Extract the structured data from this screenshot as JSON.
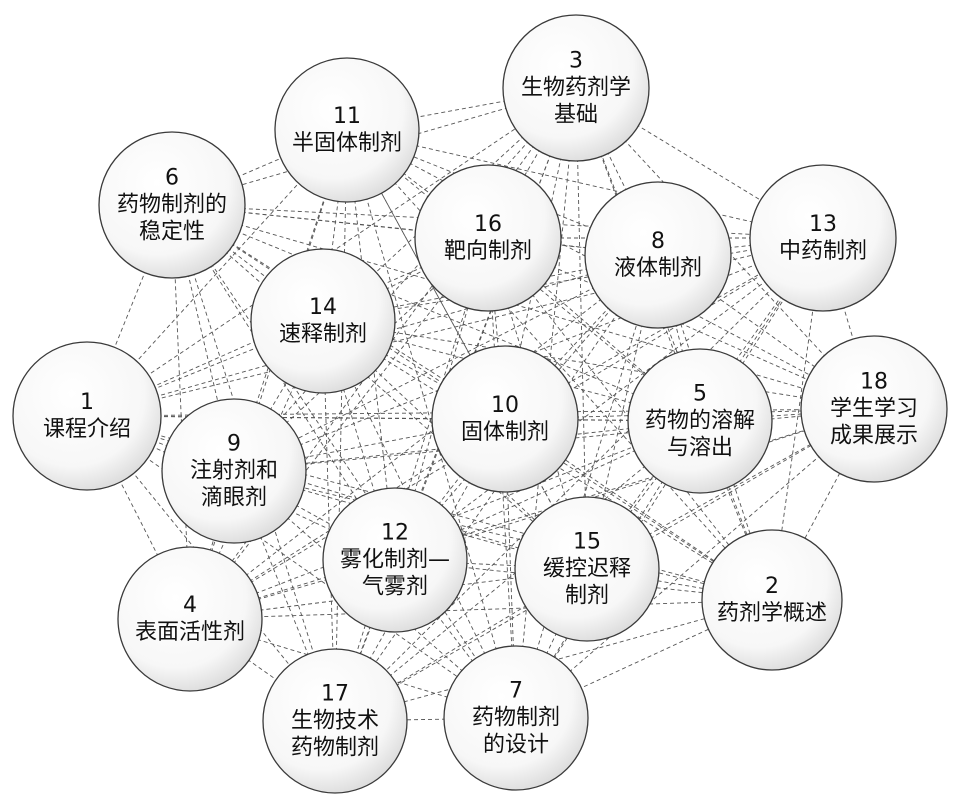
{
  "diagram": {
    "nodes": [
      {
        "id": "1",
        "number": "1",
        "lines": [
          "课程介绍"
        ]
      },
      {
        "id": "2",
        "number": "2",
        "lines": [
          "药剂学概述"
        ]
      },
      {
        "id": "3",
        "number": "3",
        "lines": [
          "生物药剂学",
          "基础"
        ]
      },
      {
        "id": "4",
        "number": "4",
        "lines": [
          "表面活性剂"
        ]
      },
      {
        "id": "5",
        "number": "5",
        "lines": [
          "药物的溶解",
          "与溶出"
        ]
      },
      {
        "id": "6",
        "number": "6",
        "lines": [
          "药物制剂的",
          "稳定性"
        ]
      },
      {
        "id": "7",
        "number": "7",
        "lines": [
          "药物制剂",
          "的设计"
        ]
      },
      {
        "id": "8",
        "number": "8",
        "lines": [
          "液体制剂"
        ]
      },
      {
        "id": "9",
        "number": "9",
        "lines": [
          "注射剂和",
          "滴眼剂"
        ]
      },
      {
        "id": "10",
        "number": "10",
        "lines": [
          "固体制剂"
        ]
      },
      {
        "id": "11",
        "number": "11",
        "lines": [
          "半固体制剂"
        ]
      },
      {
        "id": "12",
        "number": "12",
        "lines": [
          "雾化制剂—",
          "气雾剂"
        ]
      },
      {
        "id": "13",
        "number": "13",
        "lines": [
          "中药制剂"
        ]
      },
      {
        "id": "14",
        "number": "14",
        "lines": [
          "速释制剂"
        ]
      },
      {
        "id": "15",
        "number": "15",
        "lines": [
          "缓控迟释",
          "制剂"
        ]
      },
      {
        "id": "16",
        "number": "16",
        "lines": [
          "靶向制剂"
        ]
      },
      {
        "id": "17",
        "number": "17",
        "lines": [
          "生物技术",
          "药物制剂"
        ]
      },
      {
        "id": "18",
        "number": "18",
        "lines": [
          "学生学习",
          "成果展示"
        ]
      }
    ],
    "edge_style": "dashed",
    "connectivity": "all-pairs"
  }
}
